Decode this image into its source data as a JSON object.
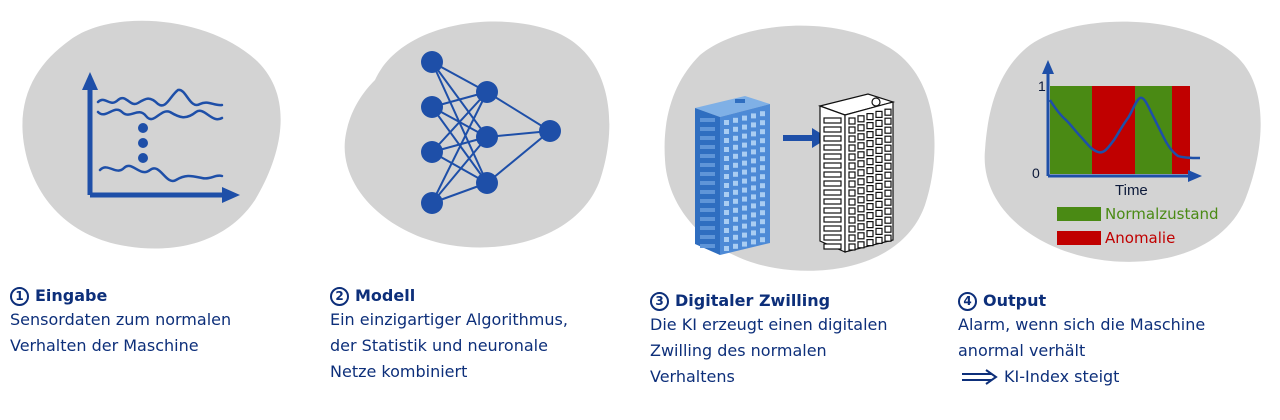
{
  "steps": [
    {
      "number": "1",
      "title": "Eingabe",
      "lines": [
        "Sensordaten zum normalen",
        "Verhalten der Maschine"
      ]
    },
    {
      "number": "2",
      "title": "Modell",
      "lines": [
        "Ein einzigartiger Algorithmus,",
        "der Statistik und neuronale",
        "Netze kombiniert"
      ]
    },
    {
      "number": "3",
      "title": "Digitaler Zwilling",
      "lines": [
        "Die KI erzeugt einen digitalen",
        "Zwilling des normalen",
        "Verhaltens"
      ]
    },
    {
      "number": "4",
      "title": "Output",
      "lines": [
        "Alarm, wenn sich die Maschine",
        "anormal verhält"
      ],
      "result": "KI-Index steigt"
    }
  ],
  "chart": {
    "y_top": "1",
    "y_bottom": "0",
    "x_label": "Time",
    "legend": [
      {
        "label": "Normalzustand",
        "color": "#4a8a14"
      },
      {
        "label": "Anomalie",
        "color": "#c00000"
      }
    ]
  },
  "colors": {
    "navy": "#0d2f7a",
    "blue": "#1e4fa8",
    "blob": "#d3d3d3"
  }
}
